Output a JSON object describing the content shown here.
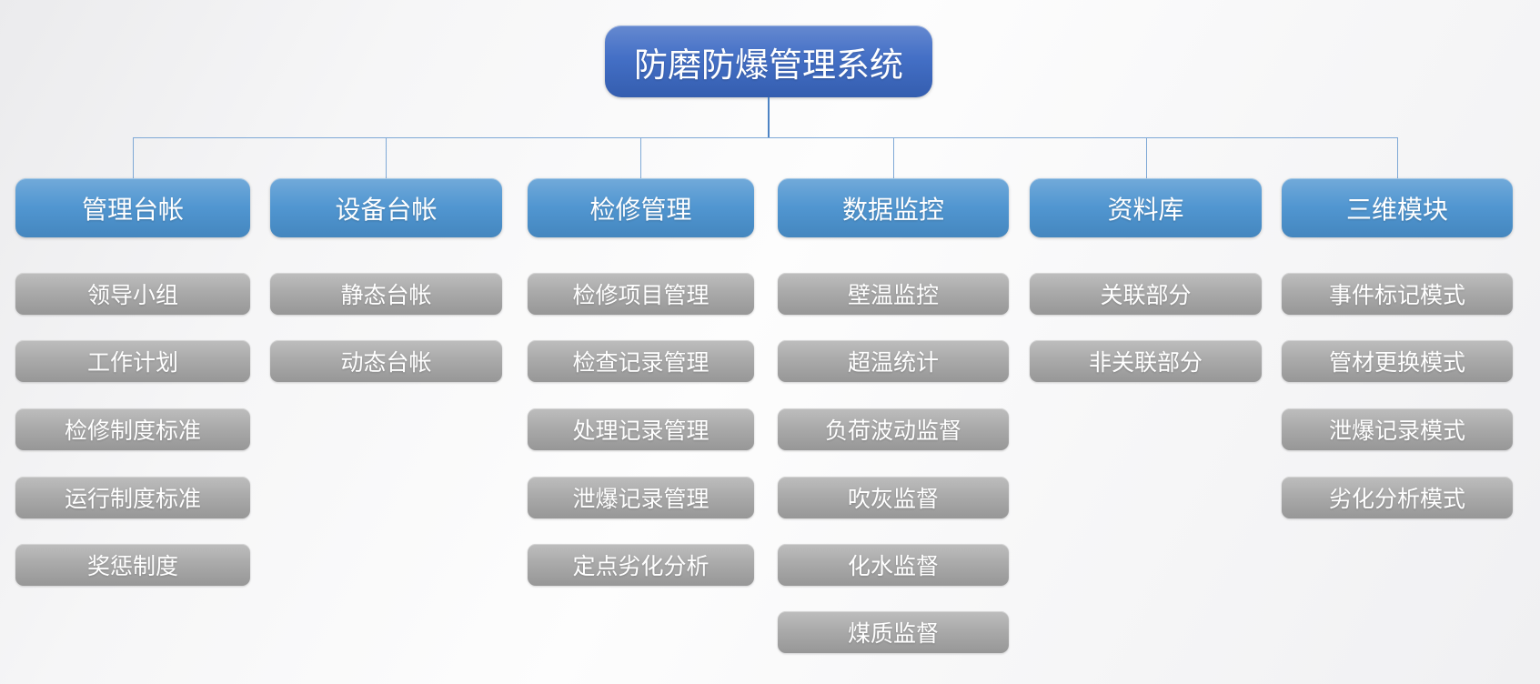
{
  "root": {
    "label": "防磨防爆管理系统"
  },
  "colors": {
    "root_fill": "#3a68c3",
    "branch_fill": "#4a92cf",
    "leaf_fill": "#a8a8a8",
    "connector": "#7fa9d6",
    "stem": "#4d83c4"
  },
  "branches": [
    {
      "label": "管理台帐",
      "children": [
        "领导小组",
        "工作计划",
        "检修制度标准",
        "运行制度标准",
        "奖惩制度"
      ]
    },
    {
      "label": "设备台帐",
      "children": [
        "静态台帐",
        "动态台帐"
      ]
    },
    {
      "label": "检修管理",
      "children": [
        "检修项目管理",
        "检查记录管理",
        "处理记录管理",
        "泄爆记录管理",
        "定点劣化分析"
      ]
    },
    {
      "label": "数据监控",
      "children": [
        "壁温监控",
        "超温统计",
        "负荷波动监督",
        "吹灰监督",
        "化水监督",
        "煤质监督"
      ]
    },
    {
      "label": "资料库",
      "children": [
        "关联部分",
        "非关联部分"
      ]
    },
    {
      "label": "三维模块",
      "children": [
        "事件标记模式",
        "管材更换模式",
        "泄爆记录模式",
        "劣化分析模式"
      ]
    }
  ]
}
